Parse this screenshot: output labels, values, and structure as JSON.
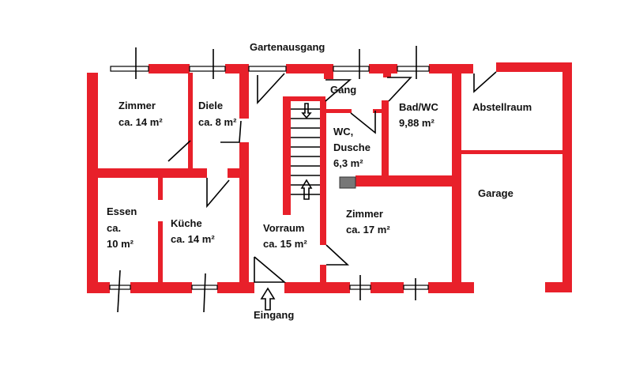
{
  "plan": {
    "wall_color": "#e8202a",
    "labels": {
      "garden_exit": "Gartenausgang",
      "entrance": "Eingang",
      "gang": "Gang",
      "garage": "Garage",
      "abstellraum": "Abstellraum"
    },
    "rooms": [
      {
        "name": "Zimmer",
        "area": "ca. 14 m²"
      },
      {
        "name": "Diele",
        "area": "ca. 8 m²"
      },
      {
        "name": "WC,",
        "name2": "Dusche",
        "area": "6,3 m²"
      },
      {
        "name": "Bad/WC",
        "area": "9,88 m²"
      },
      {
        "name": "Essen",
        "name2": "ca.",
        "area": "10 m²"
      },
      {
        "name": "Küche",
        "area": "ca. 14 m²"
      },
      {
        "name": "Vorraum",
        "area": "ca. 15 m²"
      },
      {
        "name": "Zimmer",
        "area": "ca. 17 m²"
      }
    ]
  }
}
